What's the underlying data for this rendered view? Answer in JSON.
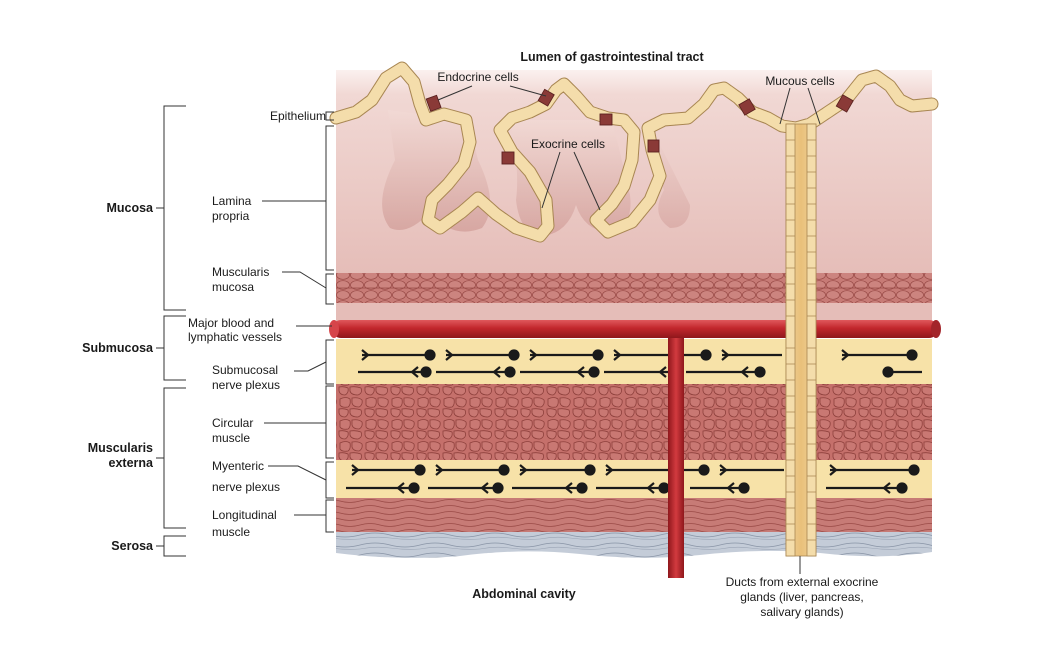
{
  "title_top": "Lumen of gastrointestinal tract",
  "title_bottom": "Abdominal cavity",
  "groups": {
    "mucosa": "Mucosa",
    "submucosa": "Submucosa",
    "muscularis_line1": "Muscularis",
    "muscularis_line2": "externa",
    "serosa": "Serosa"
  },
  "labels": {
    "epithelium": "Epithelium",
    "lamina_line1": "Lamina",
    "lamina_line2": "propria",
    "musc_mucosa_line1": "Muscularis",
    "musc_mucosa_line2": "mucosa",
    "vessels_line1": "Major blood and",
    "vessels_line2": "lymphatic vessels",
    "submucosal_line1": "Submucosal",
    "submucosal_line2": "nerve plexus",
    "circular_line1": "Circular",
    "circular_line2": "muscle",
    "myenteric_line1": "Myenteric",
    "myenteric_line2": "nerve plexus",
    "longitudinal_line1": "Longitudinal",
    "longitudinal_line2": "muscle",
    "endocrine": "Endocrine cells",
    "exocrine": "Exocrine cells",
    "mucous": "Mucous cells",
    "ducts_line1": "Ducts from external exocrine",
    "ducts_line2": "glands (liver, pancreas,",
    "ducts_line3": "salivary glands)"
  },
  "colors": {
    "lumen_top": "#fbf1ef",
    "mucosa": "#e7c2bd",
    "muscularis_mucosa": "#c77b76",
    "vessel": "#c2272d",
    "plexus_band": "#f7e2a8",
    "circular_muscle": "#c5706b",
    "longitudinal_muscle": "#c77b76",
    "serosa": "#c4ccd8",
    "epithelial_cell": "#f4ddab",
    "endocrine_cell": "#8a3a37"
  }
}
